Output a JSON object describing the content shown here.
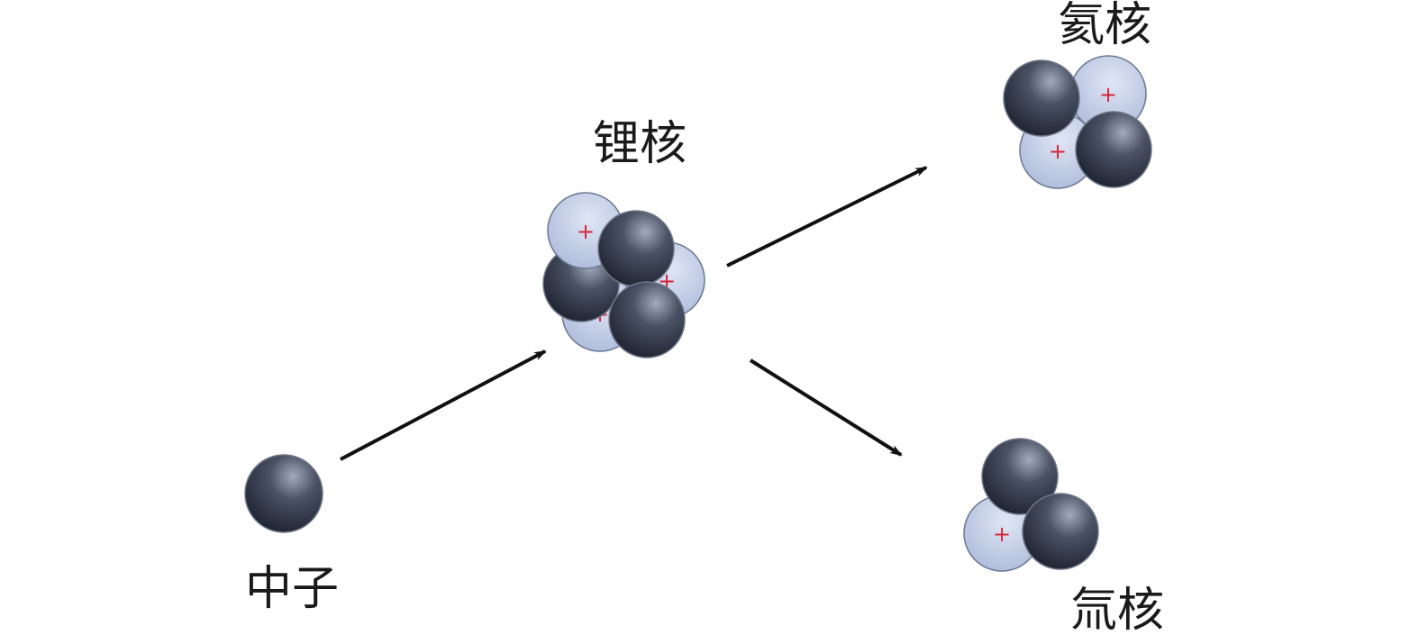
{
  "labels": {
    "neutron": "中子",
    "lithium": "锂核",
    "helium": "氦核",
    "tritium": "氚核"
  },
  "symbols": {
    "proton_mark": "+"
  },
  "colors": {
    "neutron_dark": "#1e2433",
    "neutron_light": "#8d95a8",
    "proton_fill": "#c4cfe8",
    "proton_stroke": "#6b7894",
    "plus_mark": "#d6263a",
    "arrow": "#111111"
  }
}
